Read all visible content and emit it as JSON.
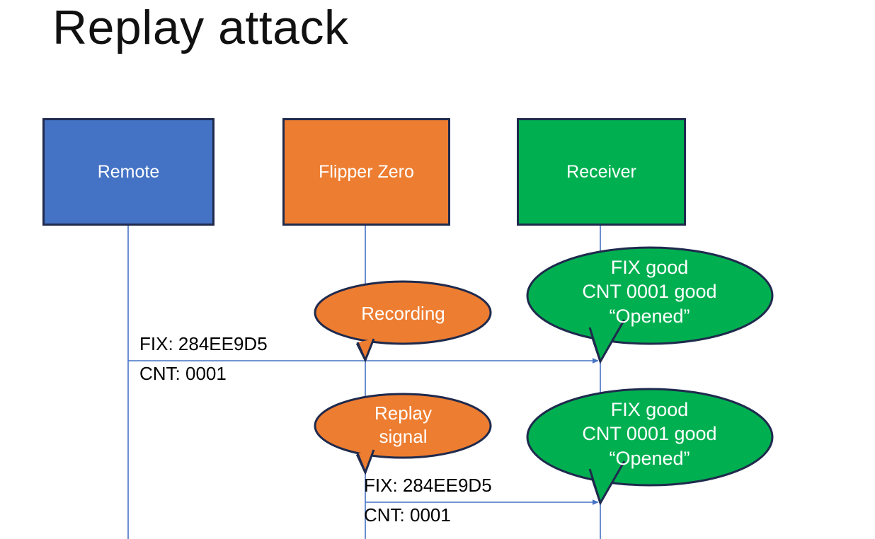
{
  "slide": {
    "title": "Replay attack",
    "background": "#ffffff"
  },
  "colors": {
    "remote_blue": "#4472C4",
    "flipper_orange": "#ED7D31",
    "receiver_green": "#00B050",
    "outline_navy": "#1F2A4D",
    "line_blue": "#4472C4",
    "label_black": "#000000",
    "callout_text_white": "#ffffff"
  },
  "actors": [
    {
      "id": "remote",
      "label": "Remote",
      "color": "#4472C4"
    },
    {
      "id": "flipper",
      "label": "Flipper Zero",
      "color": "#ED7D31"
    },
    {
      "id": "receiver",
      "label": "Receiver",
      "color": "#00B050"
    }
  ],
  "callouts": [
    {
      "id": "recording",
      "text": "Recording",
      "color": "#ED7D31",
      "owner": "flipper"
    },
    {
      "id": "replay",
      "text": "Replay\nsignal",
      "color": "#ED7D31",
      "owner": "flipper"
    },
    {
      "id": "receiver-1",
      "text": "FIX good\nCNT 0001 good\n“Opened”",
      "color": "#00B050",
      "owner": "receiver"
    },
    {
      "id": "receiver-2",
      "text": "FIX good\nCNT 0001 good\n“Opened”",
      "color": "#00B050",
      "owner": "receiver"
    }
  ],
  "messages": [
    {
      "id": "message-1",
      "from": "remote",
      "to": "receiver",
      "fix_label": "FIX: 284EE9D5",
      "cnt_label": "CNT: 0001"
    },
    {
      "id": "message-2",
      "from": "flipper",
      "to": "receiver",
      "fix_label": "FIX: 284EE9D5",
      "cnt_label": "CNT: 0001"
    }
  ]
}
